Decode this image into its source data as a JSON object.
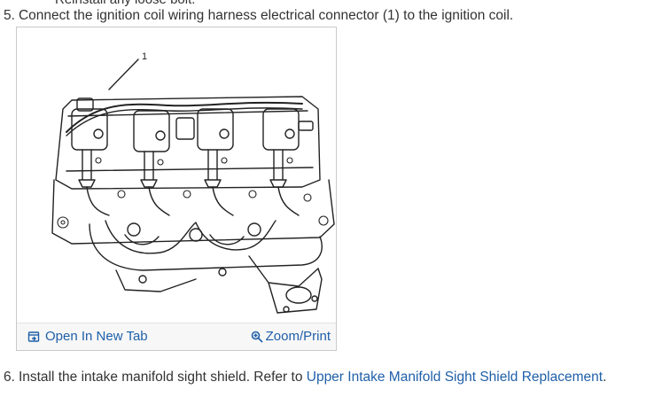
{
  "previous_step_fragment": "Reinstall any loose bolt.",
  "step5": {
    "number": "5.",
    "text": "Connect the ignition coil wiring harness electrical connector (1) to the ignition coil."
  },
  "figure": {
    "callout_label": "1",
    "open_tab_label": "Open In New Tab",
    "zoom_label": "Zoom/Print",
    "open_tab_icon": "open-in-new-tab-icon",
    "zoom_icon": "magnifier-icon"
  },
  "step6": {
    "number": "6.",
    "text": "Install the intake manifold sight shield. Refer to ",
    "link_text": "Upper Intake Manifold Sight Shield Replacement",
    "trailing": "."
  },
  "colors": {
    "link": "#1f5fa8",
    "text": "#333333"
  }
}
